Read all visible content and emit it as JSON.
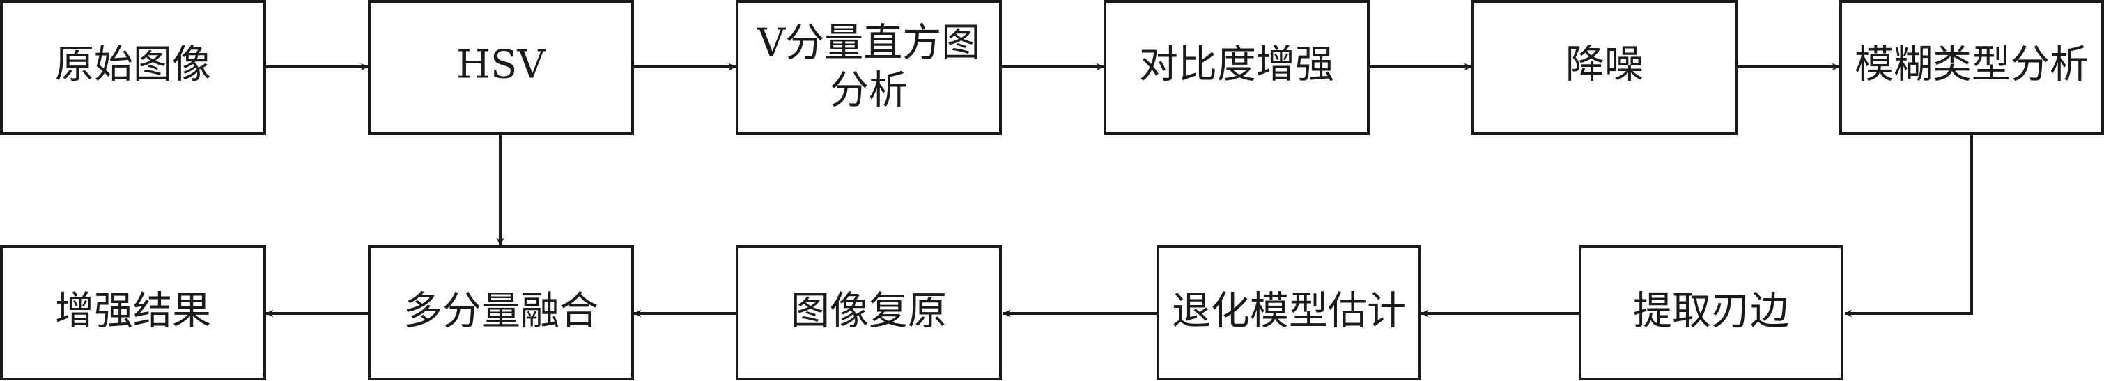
{
  "diagram": {
    "nodes": {
      "n1": "原始图像",
      "n2": "HSV",
      "n3_line1": "V分量直方图",
      "n3_line2": "分析",
      "n4": "对比度增强",
      "n5": "降噪",
      "n6": "模糊类型分析",
      "n7": "提取刃边",
      "n8": "退化模型估计",
      "n9": "图像复原",
      "n10": "多分量融合",
      "n11": "增强结果"
    }
  }
}
